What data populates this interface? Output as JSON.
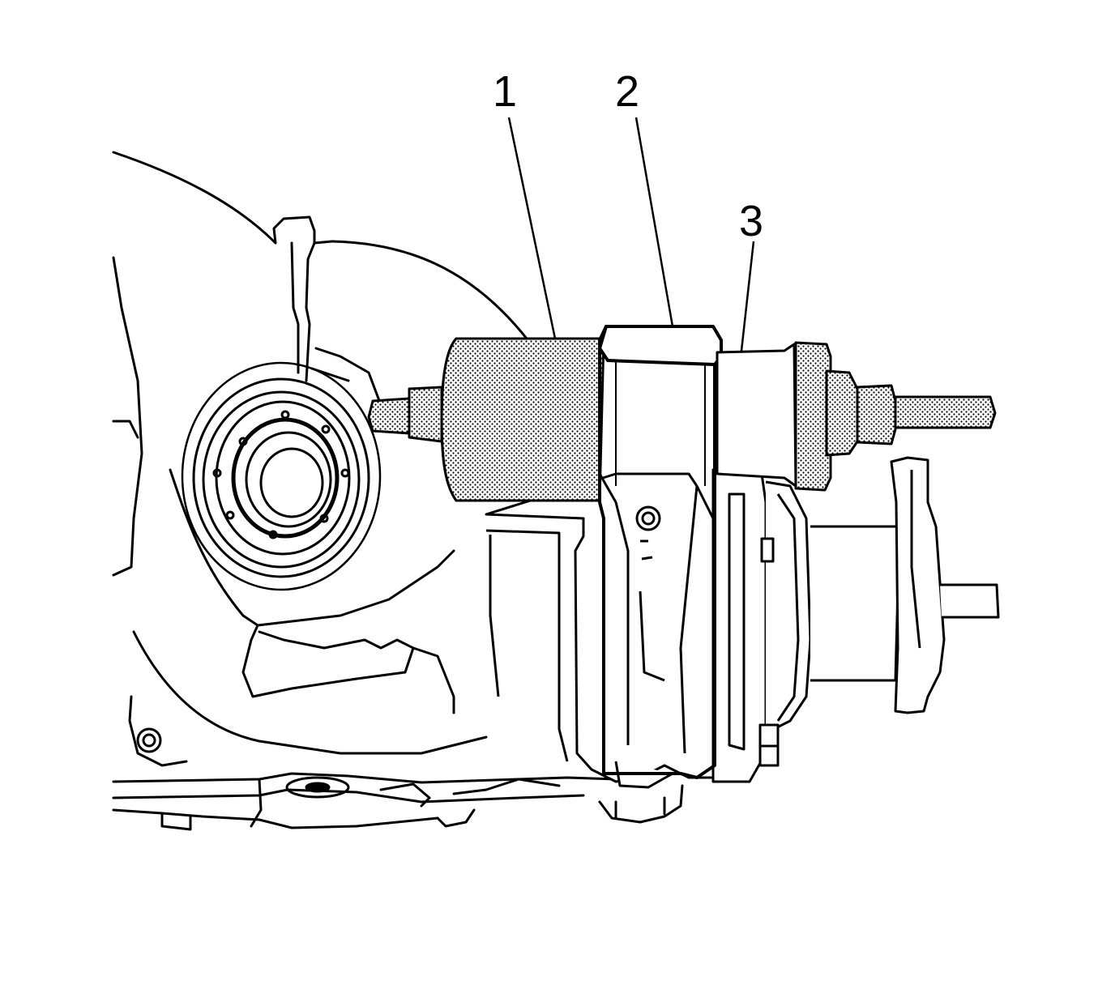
{
  "diagram": {
    "callouts": [
      {
        "id": "1",
        "label": "1"
      },
      {
        "id": "2",
        "label": "2"
      },
      {
        "id": "3",
        "label": "3"
      }
    ],
    "colors": {
      "line": "#000000",
      "background": "#ffffff",
      "stipple": "#000000"
    }
  }
}
